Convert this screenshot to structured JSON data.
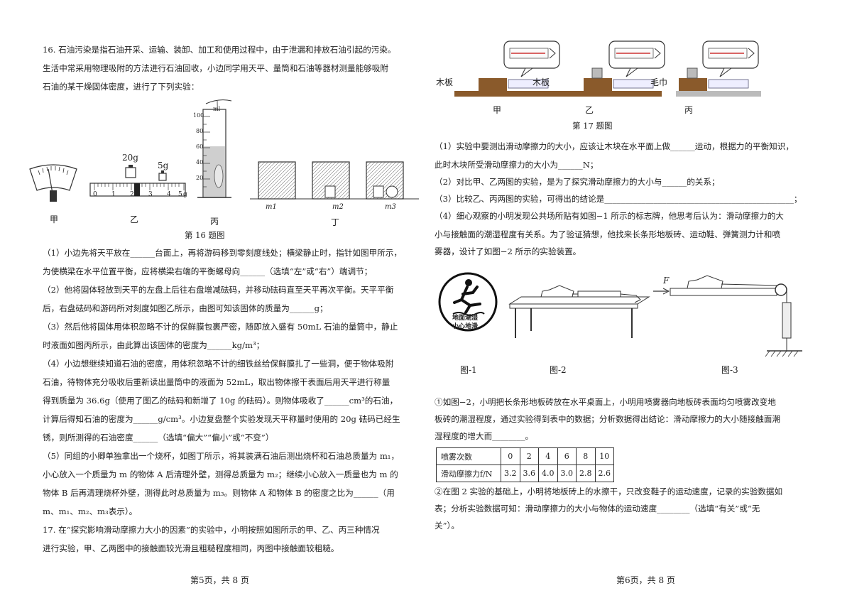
{
  "left": {
    "q16_lines": [
      "16.  石油污染是指石油开采、运输、装卸、加工和使用过程中，由于泄漏和排放石油引起的污染。",
      "生活中常采用物理吸附的方法进行石油回收，小边同学用天平、量筒和石油等器材测量能够吸附",
      "石油的某干燥固体密度，进行了下列实验："
    ],
    "fig16": {
      "weights": [
        "20g",
        "5g"
      ],
      "ruler_ticks": [
        "0",
        "1",
        "2",
        "3",
        "4",
        "5"
      ],
      "ruler_unit": "g",
      "cylinder_unit": "ml",
      "cylinder_marks": [
        "100",
        "80",
        "60",
        "40",
        "20"
      ],
      "beakers": [
        "m1",
        "m2",
        "m3"
      ],
      "labels": [
        "甲",
        "乙",
        "丙",
        "丁"
      ],
      "caption": "第 16 题图"
    },
    "q16_parts": [
      "（1）小边先将天平放在______台面上，再将游码移到零刻度线处；横梁静止时，指针如图甲所示，",
      "为使横梁在水平位置平衡，应将横梁右端的平衡螺母向______（选填“左”或“右”）端调节；",
      "（2）他将固体轻放到天平的左盘上后往右盘增减砝码，并移动砝码直至天平再次平衡。天平平衡",
      "后，右盘砝码和游码所对刻度如图乙所示，由图可知该固体的质量为______g；",
      "（3）然后他将固体用体积忽略不计的保鲜膜包裹严密，随即放入盛有 50mL 石油的量筒中，静止",
      "时液面如图丙所示，由此算出该固体的密度为______kg/m³；",
      "（4）小边想继续知道石油的密度，用体积忽略不计的细铁丝给保鲜膜扎了一些洞，便于物体吸附",
      "石油，待物体充分吸收后重新读出量筒中的液面为 52mL，取出物体擦干表面后用天平进行称量",
      "得到质量为 36.6g（使用了图乙的砝码和新增了 10g 的砝码）。则物体吸收了______cm³的石油，",
      "计算后得知石油的密度为______g/cm³。小边复盘整个实验发现天平称量时使用的 20g 砝码已经生",
      "锈，则所测得的石油密度______（选填“偏大”“偏小”或“不变”）",
      "（5）同组的小卿单独拿出一个烧杯，如图丁所示，将其装满石油后测出烧杯和石油总质量为 m₁，",
      "小心放入一个质量为 m 的物体 A 后清理外壁，测得总质量为 m₂；继续小心放入一质量也为 m 的",
      "物体 B 后再清理烧杯外壁，测得此时总质量为 m₃。则物体 A 和物体 B 的密度之比为______（用",
      "m、m₁、m₂、m₃表示）。"
    ],
    "q17_lines": [
      "17.  在“探究影响滑动摩擦力大小的因素”的实验中，小明按照如图所示的甲、乙、丙三种情况",
      "进行实验，甲、乙两图中的接触面较光滑且粗糙程度相同，丙图中接触面较粗糙。"
    ],
    "footer": "第5页，共 8 页"
  },
  "right": {
    "fig17": {
      "surfaces": [
        "木板",
        "木板",
        "毛巾"
      ],
      "labels": [
        "甲",
        "乙",
        "丙"
      ],
      "caption": "第 17 题图"
    },
    "parts": [
      "（1）实验中要测出滑动摩擦力的大小，应该让木块在水平面上做______运动，根据力的平衡知识，",
      "此时木块所受滑动摩擦力的大小为______N；",
      "（2）对比甲、乙两图的实验，是为了探究滑动摩擦力的大小与______的关系；",
      "（3）比较乙、丙两图的实验，可得出的结论是______________________________________________；",
      "（4）细心观察的小明发现公共场所贴有如图−1 所示的标志牌，他思考后认为：滑动摩擦力的大",
      "小与接触面的潮湿程度有关系。为了验证猜想，他找来长条形地板砖、运动鞋、弹簧测力计和喷",
      "雾器，设计了如图−2 所示的实验装置。"
    ],
    "figs": {
      "sign_text_1": "地面潮湿",
      "sign_text_2": "小心地滑",
      "force_label": "F",
      "labels": [
        "图-1",
        "图-2",
        "图-3"
      ]
    },
    "sub1_lines": [
      "①如图−2，小明把长条形地板砖放在水平桌面上，小明用喷雾器向地板砖表面均匀喷雾改变地",
      "板砖的潮湿程度，通过实验得到表中的数据；分析数据得出结论：滑动摩擦力的大小随接触面潮",
      "湿程度的增大而________。"
    ],
    "table": {
      "row1_head": "喷雾次数",
      "row1": [
        "0",
        "2",
        "4",
        "6",
        "8",
        "10"
      ],
      "row2_head": "滑动摩擦力f/N",
      "row2": [
        "3.2",
        "3.6",
        "4.0",
        "3.0",
        "2.8",
        "2.6"
      ]
    },
    "sub2_lines": [
      "②在图 2 实验的基础上，小明将地板砖上的水擦干，只改变鞋子的运动速度，记录的实验数据如",
      "表；分析实验数据可知：滑动摩擦力的大小与物体的运动速度________（选填“有关”或“无",
      "关”）。"
    ],
    "footer": "第6页，共 8 页"
  }
}
